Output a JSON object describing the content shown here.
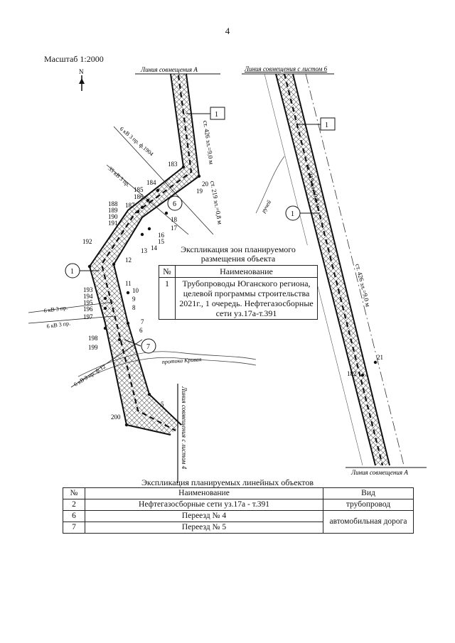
{
  "page_number": "4",
  "scale_label": "Масштаб 1:2000",
  "north_label": "N",
  "match_lines": {
    "line_a_top": "Линия совмещения А",
    "sheet6": "Линия совмещения с листом 6",
    "sheet4": "Линия совмещения с листом 4",
    "line_a_bottom": "Линия совмещения А"
  },
  "pipe_labels": {
    "left_upper": "ст. 426 эл.=9,0 м",
    "left_lower": "ст. 219 эл.=0,8 м",
    "right_upper": "ст. 219 эл.=0,8 м",
    "right_lower": "ст. 426 эл.=9,0 м"
  },
  "power_labels": {
    "pl1": "6 кВ 3 пр. ф.1904",
    "pl2": "35 кВ 3 пр.",
    "pl3": "6 кВ 3 пр.",
    "pl4": "6 кВ 3 пр.",
    "pl5": "6 кВ 3 пр. ф.12"
  },
  "other_labels": {
    "stream": "протока Кривая",
    "ditch": "ручей"
  },
  "callouts": {
    "c1a": "1",
    "c1b": "1",
    "c1c": "1",
    "c1d": "1",
    "c6": "6",
    "c7": "7"
  },
  "points": {
    "p183": "183",
    "p184": "184",
    "p185": "185",
    "p186": "186",
    "p187": "187",
    "p188": "188",
    "p189": "189",
    "p190": "190",
    "p191": "191",
    "p192": "192",
    "p193": "193",
    "p194": "194",
    "p195": "195",
    "p196": "196",
    "p197": "197",
    "p198": "198",
    "p199": "199",
    "p200": "200",
    "p19": "19",
    "p20": "20",
    "p18": "18",
    "p17": "17",
    "p16": "16",
    "p15": "15",
    "p14": "14",
    "p13": "13",
    "p12": "12",
    "p11": "11",
    "p10": "10",
    "p9": "9",
    "p8": "8",
    "p7": "7",
    "p6": "6",
    "p5": "5",
    "p21": "21",
    "p182": "182"
  },
  "zone_explication": {
    "title": "Экспликация зон планируемого размещения объекта",
    "col_no": "№",
    "col_name": "Наименование",
    "row_no": "1",
    "row_name": "Трубопроводы Юганского региона, целевой программы строительства 2021г., 1 очередь. Нефтегазосборные сети уз.17а-т.391"
  },
  "linear_explication": {
    "title": "Экспликация планируемых линейных объектов",
    "col_no": "№",
    "col_name": "Наименование",
    "col_type": "Вид",
    "rows": [
      {
        "no": "2",
        "name": "Нефтегазосборные сети уз.17а - т.391",
        "type": "трубопровод"
      },
      {
        "no": "6",
        "name": "Переезд № 4",
        "type": "автомобильная дорога"
      },
      {
        "no": "7",
        "name": "Переезд № 5",
        "type": ""
      }
    ]
  }
}
